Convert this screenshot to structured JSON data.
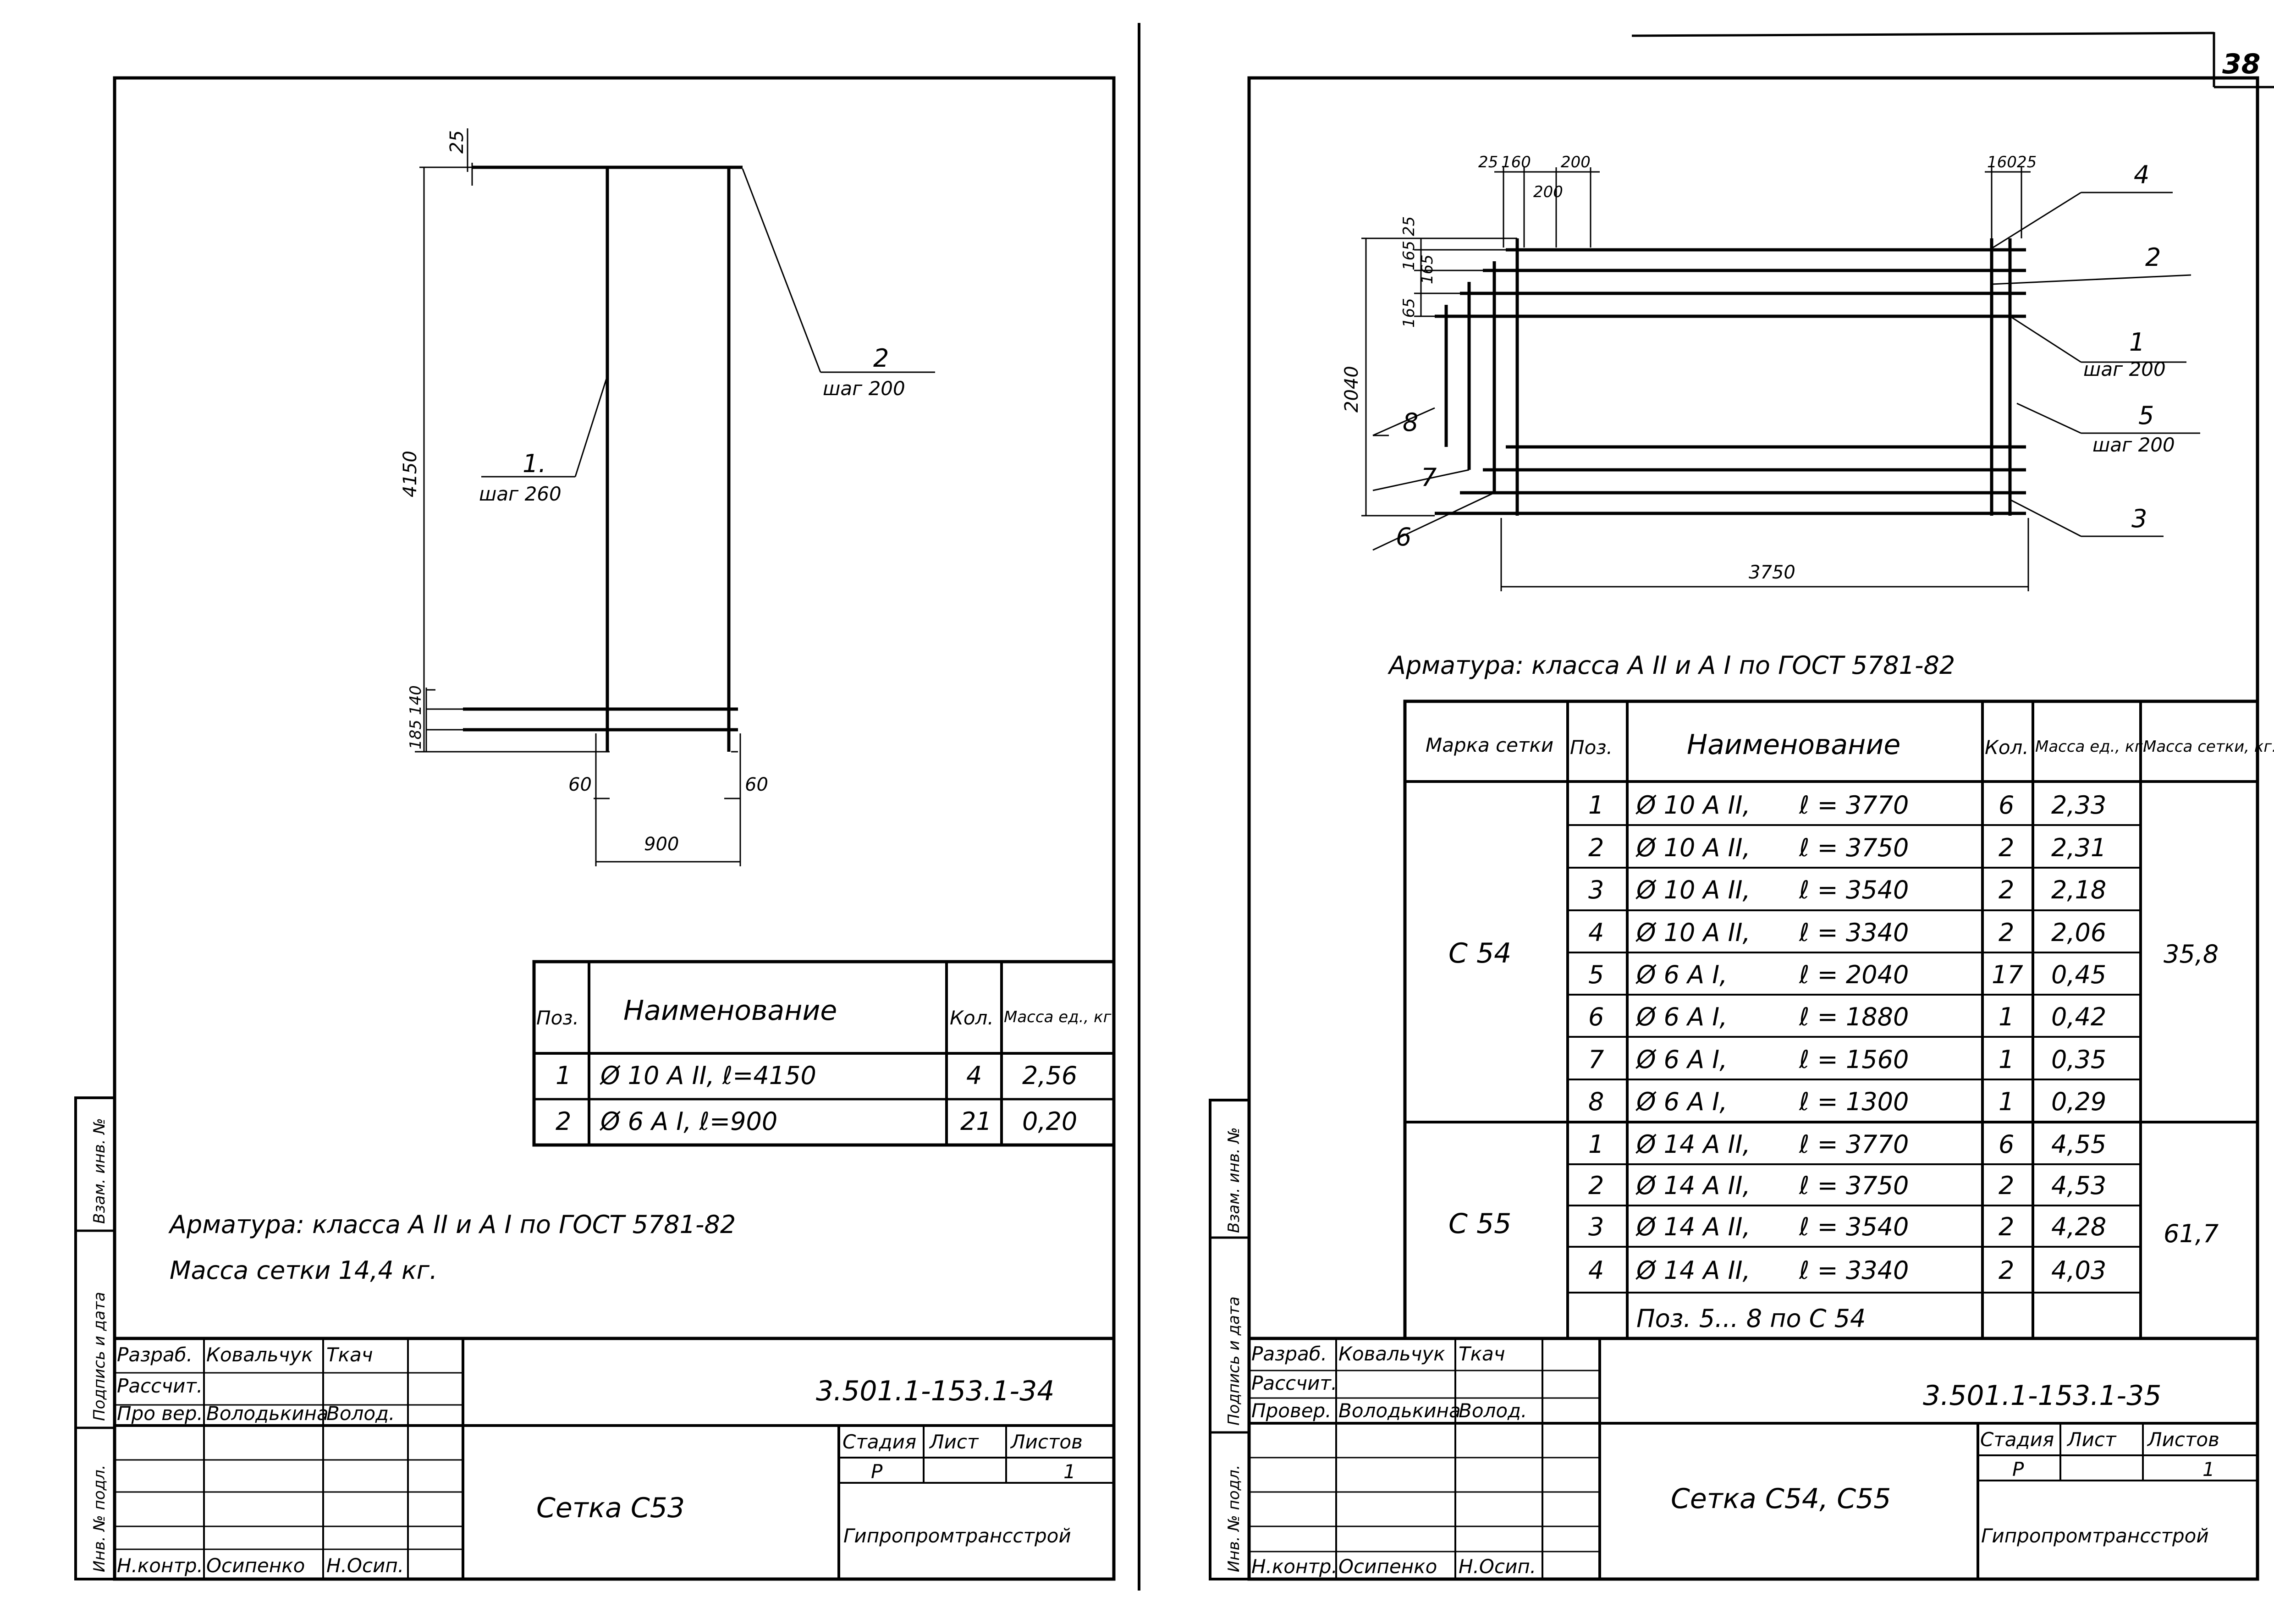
{
  "page": {
    "number": "38"
  },
  "sheet_left": {
    "dims": {
      "d25": "25",
      "d4150": "4150",
      "d185": "185",
      "d140": "140",
      "d60a": "60",
      "d60b": "60",
      "d900": "900"
    },
    "callouts": {
      "p2": "2",
      "p2_step": "шаг 200",
      "p1": "1.",
      "p1_step": "шаг 260"
    },
    "spec": {
      "headers": {
        "pos": "Поз.",
        "name": "Наименование",
        "qty": "Кол.",
        "mass": "Масса ед., кг"
      },
      "rows": [
        {
          "pos": "1",
          "name": "Ø 10 А II,  ℓ=4150",
          "qty": "4",
          "mass": "2,56"
        },
        {
          "pos": "2",
          "name": "Ø 6 А I,  ℓ=900",
          "qty": "21",
          "mass": "0,20"
        }
      ]
    },
    "note1": "Арматура: класса А II и А I по ГОСТ 5781-82",
    "note2": "Масса сетки 14,4 кг.",
    "side_stamp": {
      "c1": "Инв. № подл.",
      "c2": "Подпись и дата",
      "c3": "Взам. инв. №"
    },
    "stamp": {
      "r1_role": "Разраб.",
      "r1_name": "Ковальчук",
      "r1_sign": "Ткач",
      "r2_role": "Рассчит.",
      "r3_role": "Про вер.",
      "r3_name": "Володькина",
      "r3_sign": "Волод.",
      "r7_role": "Н.контр.",
      "r7_name": "Осипенко",
      "r7_sign": "Н.Осип.",
      "code": "3.501.1-153.1-34",
      "stage_h": "Стадия",
      "sheet_h": "Лист",
      "sheets_h": "Листов",
      "stage_v": "Р",
      "sheets_v": "1",
      "title": "Сетка С53",
      "org": "Гипропромтрансстрой"
    }
  },
  "sheet_right": {
    "dims": {
      "t25": "25",
      "t160": "160",
      "t200": "200",
      "t200b": "200",
      "r160": "160",
      "r25": "25",
      "v25": "25",
      "v165a": "165",
      "v165b": "165",
      "v165c": "165",
      "v2040": "2040",
      "h3750": "3750"
    },
    "callouts": {
      "p4": "4",
      "p2": "2",
      "p1": "1",
      "p1_step": "шаг 200",
      "p5": "5",
      "p5_step": "шаг 200",
      "p3": "3",
      "p8": "8",
      "p7": "7",
      "p6": "6"
    },
    "note": "Арматура: класса А II и А I по ГОСТ 5781-82",
    "table": {
      "headers": {
        "mark": "Марка сетки",
        "pos": "Поз.",
        "name": "Наименование",
        "qty": "Кол.",
        "mass": "Масса ед., кг.",
        "mesh_mass": "Масса сетки, кг."
      },
      "group1": {
        "mark": "С 54",
        "mesh_mass": "35,8"
      },
      "group2": {
        "mark": "С 55",
        "mesh_mass": "61,7"
      },
      "rows": [
        {
          "pos": "1",
          "name": "Ø 10 А II,",
          "len": "ℓ = 3770",
          "qty": "6",
          "mass": "2,33"
        },
        {
          "pos": "2",
          "name": "Ø 10 А II,",
          "len": "ℓ = 3750",
          "qty": "2",
          "mass": "2,31"
        },
        {
          "pos": "3",
          "name": "Ø 10 А II,",
          "len": "ℓ = 3540",
          "qty": "2",
          "mass": "2,18"
        },
        {
          "pos": "4",
          "name": "Ø 10 А II,",
          "len": "ℓ = 3340",
          "qty": "2",
          "mass": "2,06"
        },
        {
          "pos": "5",
          "name": "Ø 6 А I,",
          "len": "ℓ = 2040",
          "qty": "17",
          "mass": "0,45"
        },
        {
          "pos": "6",
          "name": "Ø 6 А I,",
          "len": "ℓ = 1880",
          "qty": "1",
          "mass": "0,42"
        },
        {
          "pos": "7",
          "name": "Ø 6 А I,",
          "len": "ℓ = 1560",
          "qty": "1",
          "mass": "0,35"
        },
        {
          "pos": "8",
          "name": "Ø 6 А I,",
          "len": "ℓ = 1300",
          "qty": "1",
          "mass": "0,29"
        },
        {
          "pos": "1",
          "name": "Ø 14 А II,",
          "len": "ℓ = 3770",
          "qty": "6",
          "mass": "4,55"
        },
        {
          "pos": "2",
          "name": "Ø 14 А II,",
          "len": "ℓ = 3750",
          "qty": "2",
          "mass": "4,53"
        },
        {
          "pos": "3",
          "name": "Ø 14 А II,",
          "len": "ℓ = 3540",
          "qty": "2",
          "mass": "4,28"
        },
        {
          "pos": "4",
          "name": "Ø 14 А II,",
          "len": "ℓ = 3340",
          "qty": "2",
          "mass": "4,03"
        }
      ],
      "footer": "Поз. 5... 8 по С 54"
    },
    "side_stamp": {
      "c1": "Инв. № подл.",
      "c2": "Подпись и дата",
      "c3": "Взам. инв. №"
    },
    "stamp": {
      "r1_role": "Разраб.",
      "r1_name": "Ковальчук",
      "r1_sign": "Ткач",
      "r2_role": "Рассчит.",
      "r3_role": "Провер.",
      "r3_name": "Володькина",
      "r3_sign": "Волод.",
      "r7_role": "Н.контр.",
      "r7_name": "Осипенко",
      "r7_sign": "Н.Осип.",
      "code": "3.501.1-153.1-35",
      "stage_h": "Стадия",
      "sheet_h": "Лист",
      "sheets_h": "Листов",
      "stage_v": "Р",
      "sheets_v": "1",
      "title": "Сетка С54, С55",
      "org": "Гипропромтрансстрой"
    }
  }
}
